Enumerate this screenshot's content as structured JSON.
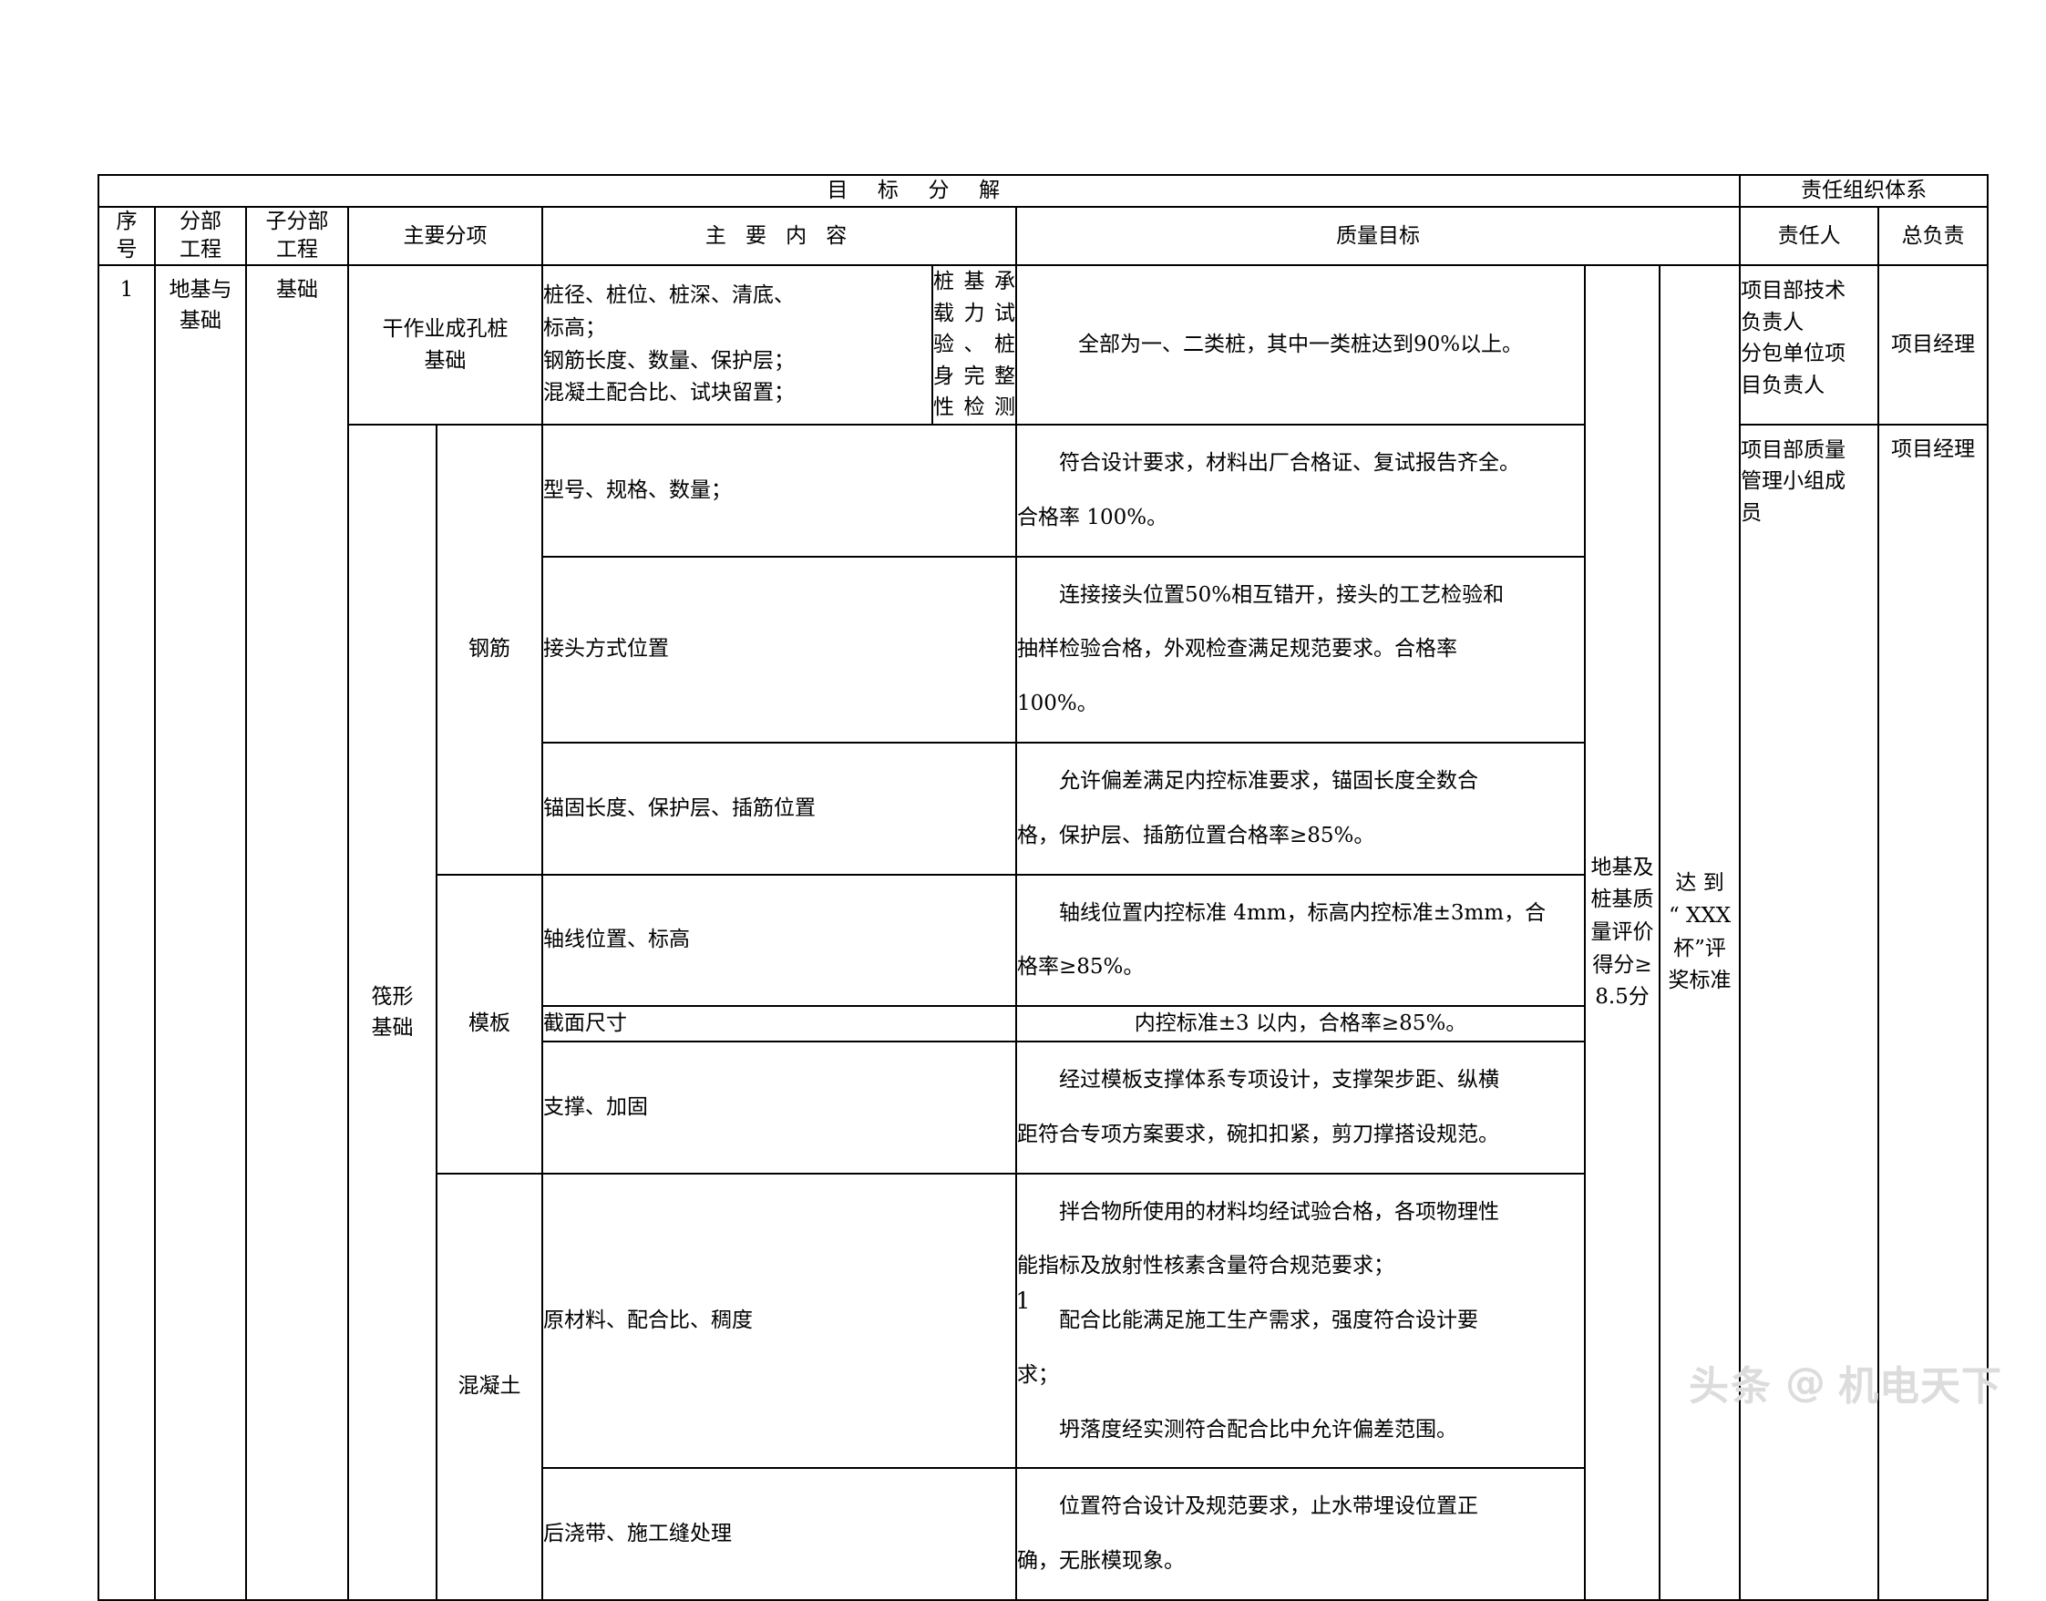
{
  "document": {
    "page_number": "1",
    "watermark": {
      "platform": "头条",
      "at_symbol": "@",
      "account": "机电天下"
    }
  },
  "table": {
    "top_header": {
      "left_title": "目 标 分 解",
      "right_title": "责任组织体系"
    },
    "column_headers": {
      "seq": "序\n号",
      "seq_l1": "序",
      "seq_l2": "号",
      "division_l1": "分部",
      "division_l2": "工程",
      "sub_division_l1": "子分部",
      "sub_division_l2": "工程",
      "main_item": "主要分项",
      "main_content": "主 要 内 容",
      "quality_target": "质量目标",
      "responsible_person": "责任人",
      "overall_responsible": "总负责"
    },
    "rows": {
      "seq_number": "1",
      "division_l1": "地基与",
      "division_l2": "基础",
      "sub_division": "基础",
      "group_pile": {
        "main_item_l1": "干作业成孔桩",
        "main_item_l2": "基础",
        "content_line1": "桩径、桩位、桩深、清底、",
        "content_line2": "标高；",
        "content_line3": "钢筋长度、数量、保护层；",
        "content_line4": "混凝土配合比、试块留置；",
        "narrow_col": "桩基承载力试验、桩身完整性检测",
        "quality_target": "全部为一、二类桩，其中一类桩达到90%以上。",
        "responsible_person_l1": "项目部技术",
        "responsible_person_l2": "负责人",
        "responsible_person_l3": "分包单位项",
        "responsible_person_l4": "目负责人",
        "overall_responsible": "项目经理"
      },
      "group_raft": {
        "main_item_l1": "筏形",
        "main_item_l2": "基础",
        "responsible_person_l1": "项目部质量",
        "responsible_person_l2": "管理小组成",
        "responsible_person_l3": "员",
        "overall_responsible": "项目经理"
      },
      "merged_score_l1": "地基及",
      "merged_score_l2": "桩基质",
      "merged_score_l3": "量评价",
      "merged_score_l4": "得分≥",
      "merged_score_l5": "8.5分",
      "merged_award_l1": "达 到",
      "merged_award_l2": "“ XXX",
      "merged_award_l3": "杯”评",
      "merged_award_l4": "奖标准",
      "subitems": [
        {
          "category": "钢筋",
          "category_rowspan": 3,
          "content": "型号、规格、数量；",
          "quality_lines": [
            "符合设计要求，材料出厂合格证、复试报告齐全。",
            "合格率 100%。"
          ]
        },
        {
          "category": "",
          "content": "接头方式位置",
          "quality_lines": [
            "连接接头位置50%相互错开，接头的工艺检验和",
            "抽样检验合格，外观检查满足规范要求。合格率",
            "100%。"
          ]
        },
        {
          "category": "",
          "content": "锚固长度、保护层、插筋位置",
          "quality_lines": [
            "允许偏差满足内控标准要求，锚固长度全数合",
            "格，保护层、插筋位置合格率≥85%。"
          ]
        },
        {
          "category": "模板",
          "category_rowspan": 3,
          "content": "轴线位置、标高",
          "quality_lines": [
            "轴线位置内控标准 4mm，标高内控标准±3mm，合",
            "格率≥85%。"
          ]
        },
        {
          "category": "",
          "content": "截面尺寸",
          "quality_lines": [
            "内控标准±3 以内，合格率≥85%。"
          ]
        },
        {
          "category": "",
          "content": "支撑、加固",
          "quality_lines": [
            "经过模板支撑体系专项设计，支撑架步距、纵横",
            "距符合专项方案要求，碗扣扣紧，剪刀撑搭设规范。"
          ]
        },
        {
          "category": "混凝土",
          "category_rowspan": 2,
          "content": "原材料、配合比、稠度",
          "quality_lines": [
            "拌合物所使用的材料均经试验合格，各项物理性",
            "能指标及放射性核素含量符合规范要求；",
            "配合比能满足施工生产需求，强度符合设计要",
            "求；",
            "坍落度经实测符合配合比中允许偏差范围。"
          ]
        },
        {
          "category": "",
          "content": "后浇带、施工缝处理",
          "quality_lines": [
            "位置符合设计及规范要求，止水带埋设位置正",
            "确，无胀模现象。"
          ]
        }
      ]
    }
  }
}
